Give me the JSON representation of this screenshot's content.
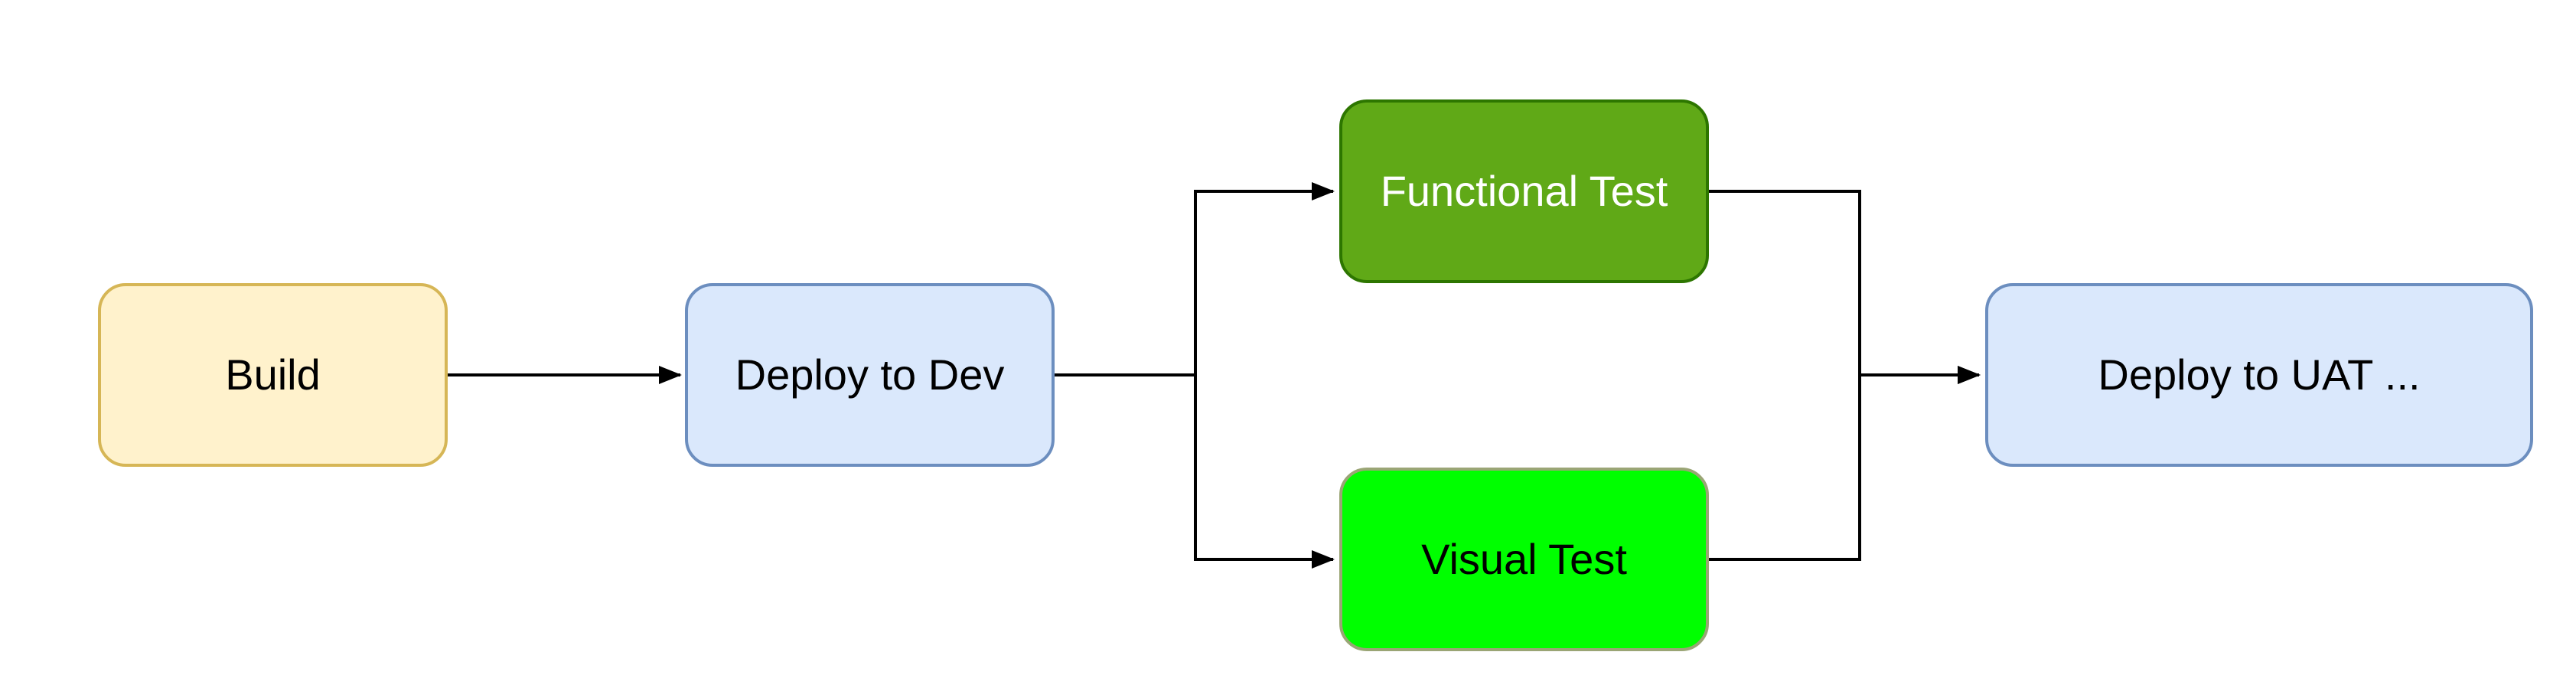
{
  "diagram": {
    "type": "flowchart",
    "background_color": "#FFFFFF",
    "edge_color": "#000000",
    "arrow_style": "filled-triangle",
    "nodes": [
      {
        "id": "build",
        "label": "Build",
        "fill": "#FFF2CC",
        "stroke": "#D6B656",
        "text_color": "#000000"
      },
      {
        "id": "deploy-dev",
        "label": "Deploy to Dev",
        "fill": "#DAE8FC",
        "stroke": "#6C8EBF",
        "text_color": "#000000"
      },
      {
        "id": "functional-test",
        "label": "Functional Test",
        "fill": "#60A917",
        "stroke": "#2D7600",
        "text_color": "#FFFFFF"
      },
      {
        "id": "visual-test",
        "label": "Visual Test",
        "fill": "#00FF00",
        "stroke": "#9AA575",
        "text_color": "#000000"
      },
      {
        "id": "deploy-uat",
        "label": "Deploy to UAT ...",
        "fill": "#DAE8FC",
        "stroke": "#6C8EBF",
        "text_color": "#000000"
      }
    ],
    "edges": [
      {
        "from": "build",
        "to": "deploy-dev"
      },
      {
        "from": "deploy-dev",
        "to": "functional-test"
      },
      {
        "from": "deploy-dev",
        "to": "visual-test"
      },
      {
        "from": "functional-test",
        "to": "deploy-uat"
      },
      {
        "from": "visual-test",
        "to": "deploy-uat"
      }
    ]
  }
}
